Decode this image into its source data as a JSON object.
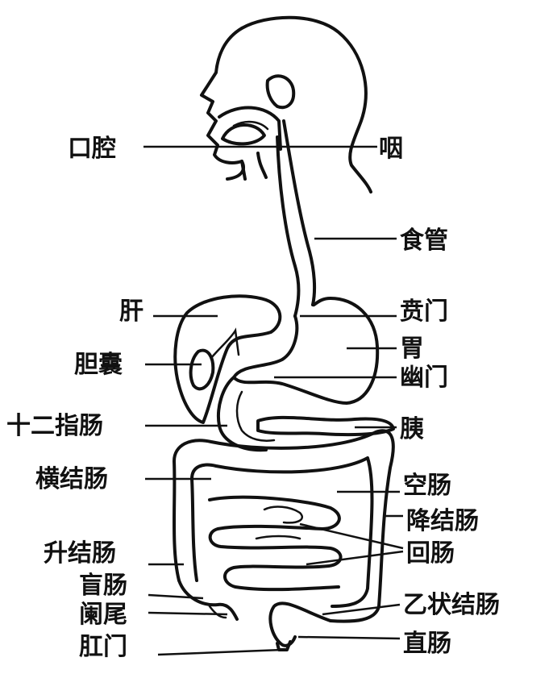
{
  "diagram": {
    "labels": {
      "mouth": "口腔",
      "pharynx": "咽",
      "esophagus": "食管",
      "liver": "肝",
      "cardia": "贲门",
      "stomach": "胃",
      "gallbladder": "胆囊",
      "pylorus": "幽门",
      "duodenum": "十二指肠",
      "pancreas": "胰",
      "transverse_colon": "横结肠",
      "jejunum": "空肠",
      "descending_colon": "降结肠",
      "ileum": "回肠",
      "ascending_colon": "升结肠",
      "cecum": "盲肠",
      "appendix": "阑尾",
      "sigmoid_colon": "乙状结肠",
      "anus": "肛门",
      "rectum": "直肠"
    }
  }
}
